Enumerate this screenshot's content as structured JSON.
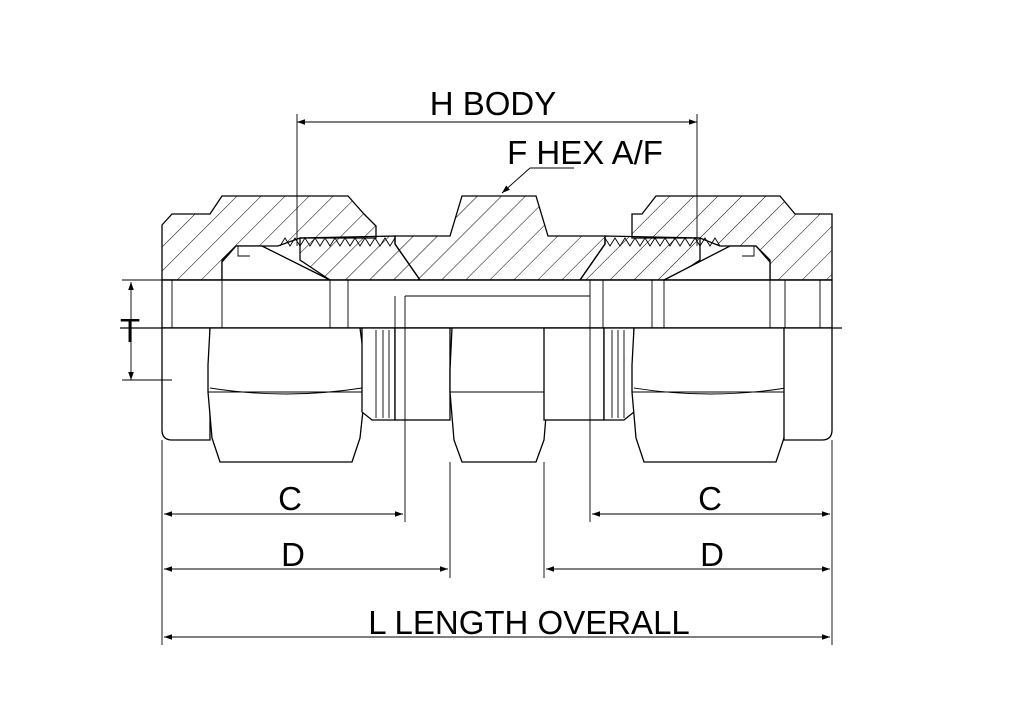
{
  "labels": {
    "h_body": "H BODY",
    "f_hex": "F HEX A/F",
    "t": "T",
    "c_left": "C",
    "c_right": "C",
    "d_left": "D",
    "d_right": "D",
    "l_overall": "L LENGTH OVERALL"
  },
  "colors": {
    "line": "#000000",
    "background": "#ffffff"
  }
}
